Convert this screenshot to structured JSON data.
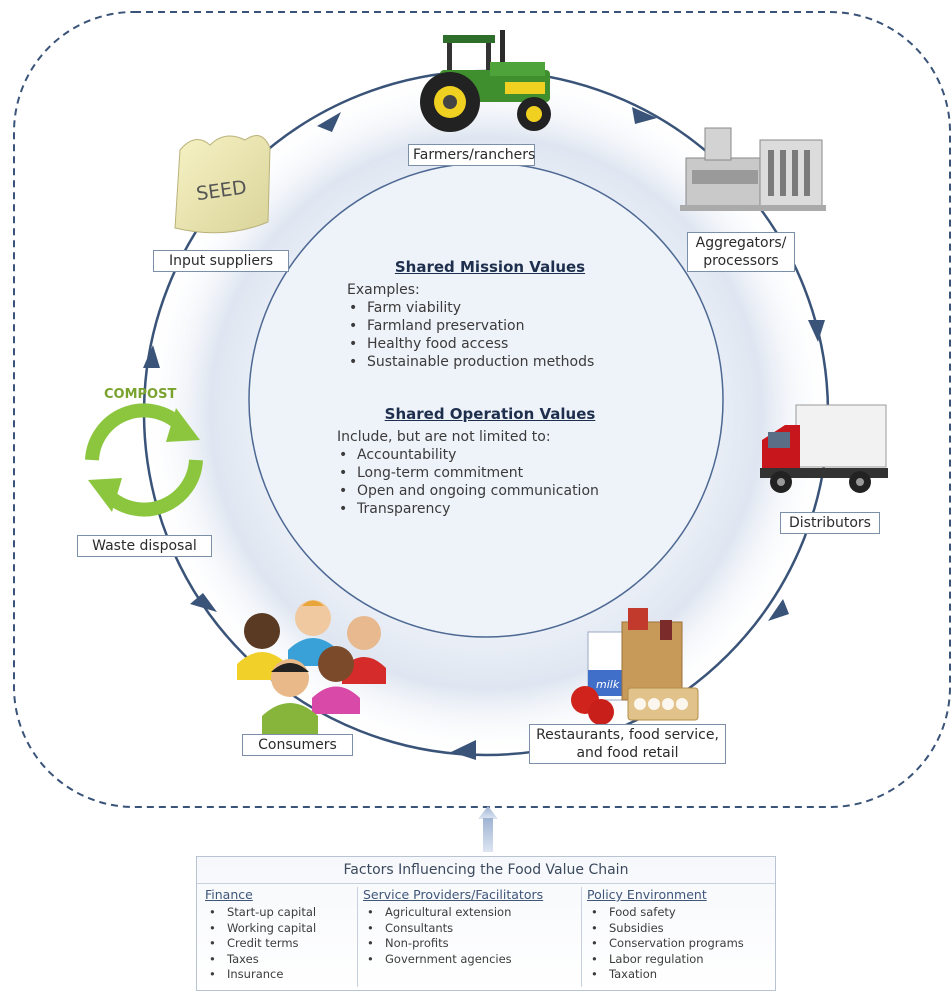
{
  "colors": {
    "cycle_line": "#3a5378",
    "dashed_border": "#3a5378",
    "label_border": "#7b8fa8"
  },
  "nodes": {
    "farmers": "Farmers/ranchers",
    "aggregators_line1": "Aggregators/",
    "aggregators_line2": "processors",
    "distributors": "Distributors",
    "restaurants_line1": "Restaurants, food service,",
    "restaurants_line2": "and food retail",
    "consumers": "Consumers",
    "waste": "Waste disposal",
    "input": "Input suppliers"
  },
  "icons": {
    "seed_text": "SEED",
    "compost_text": "COMPOST",
    "milk_text": "milk"
  },
  "center": {
    "mission_title": "Shared Mission Values",
    "mission_intro": "Examples:",
    "mission_items": [
      "Farm viability",
      "Farmland preservation",
      "Healthy food access",
      "Sustainable production methods"
    ],
    "operation_title": "Shared Operation Values",
    "operation_intro": "Include, but are not limited to:",
    "operation_items": [
      "Accountability",
      "Long-term commitment",
      "Open and ongoing communication",
      "Transparency"
    ]
  },
  "factors": {
    "title": "Factors Influencing the Food Value Chain",
    "finance": {
      "heading": "Finance",
      "items": [
        "Start-up capital",
        "Working capital",
        "Credit terms",
        "Taxes",
        "Insurance"
      ]
    },
    "service": {
      "heading": "Service Providers/Facilitators",
      "items": [
        "Agricultural extension",
        "Consultants",
        "Non-profits",
        "Government agencies"
      ]
    },
    "policy": {
      "heading": "Policy Environment",
      "items": [
        "Food safety",
        "Subsidies",
        "Conservation programs",
        "Labor regulation",
        "Taxation"
      ]
    }
  }
}
